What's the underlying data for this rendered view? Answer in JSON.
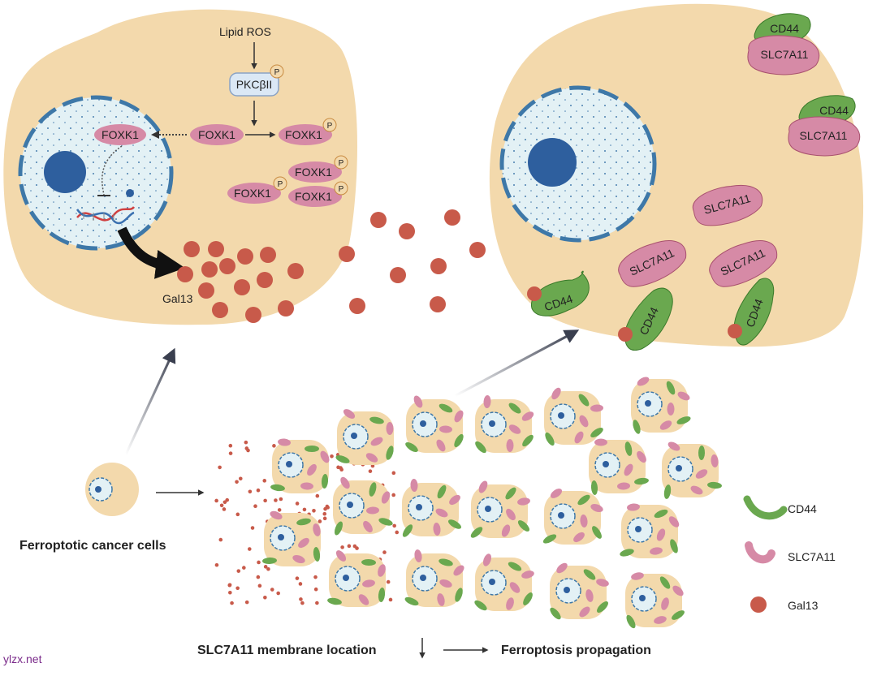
{
  "left_cell": {
    "lipid_ros": "Lipid ROS",
    "pkc": "PKCβII",
    "phospho": "P",
    "foxk1": "FOXK1",
    "gal13": "Gal13"
  },
  "right_cell": {
    "cd44": "CD44",
    "slc7a11": "SLC7A11"
  },
  "bottom": {
    "ferroptotic_label": "Ferroptotic cancer cells",
    "slc_membrane_label": "SLC7A11 membrane location",
    "propagation_label": "Ferroptosis propagation"
  },
  "legend": {
    "items": [
      {
        "label": "CD44",
        "color": "#6aa84f"
      },
      {
        "label": "SLC7A11",
        "color": "#d68aa6"
      },
      {
        "label": "Gal13",
        "color": "#c85a4a"
      }
    ]
  },
  "watermark": "ylzx.net",
  "colors": {
    "cell": "#f3d9ac",
    "nucleus": "#e3f1f5",
    "nuclear_border": "#3e78a8",
    "nucleolus": "#2e5f9e",
    "cd44": "#6aa84f",
    "slc7a11": "#d68aa6",
    "gal13": "#c85a4a"
  }
}
